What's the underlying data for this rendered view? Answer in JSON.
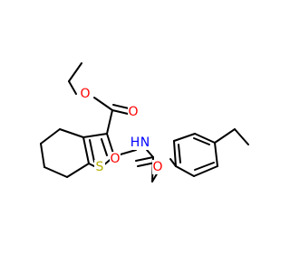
{
  "molecule": {
    "atom_labels": {
      "ester_oxygen_double": "O",
      "ester_oxygen_single": "O",
      "thiophene_sulfur": "S",
      "amide_nitrogen": "N",
      "amide_hydrogen": "H",
      "amide_oxygen": "O",
      "ether_oxygen": "O"
    }
  },
  "colors": {
    "oxygen": "#ff0000",
    "sulfur": "#b8b000",
    "nitrogen": "#0000ff",
    "bond": "#000000",
    "background": "#ffffff"
  }
}
